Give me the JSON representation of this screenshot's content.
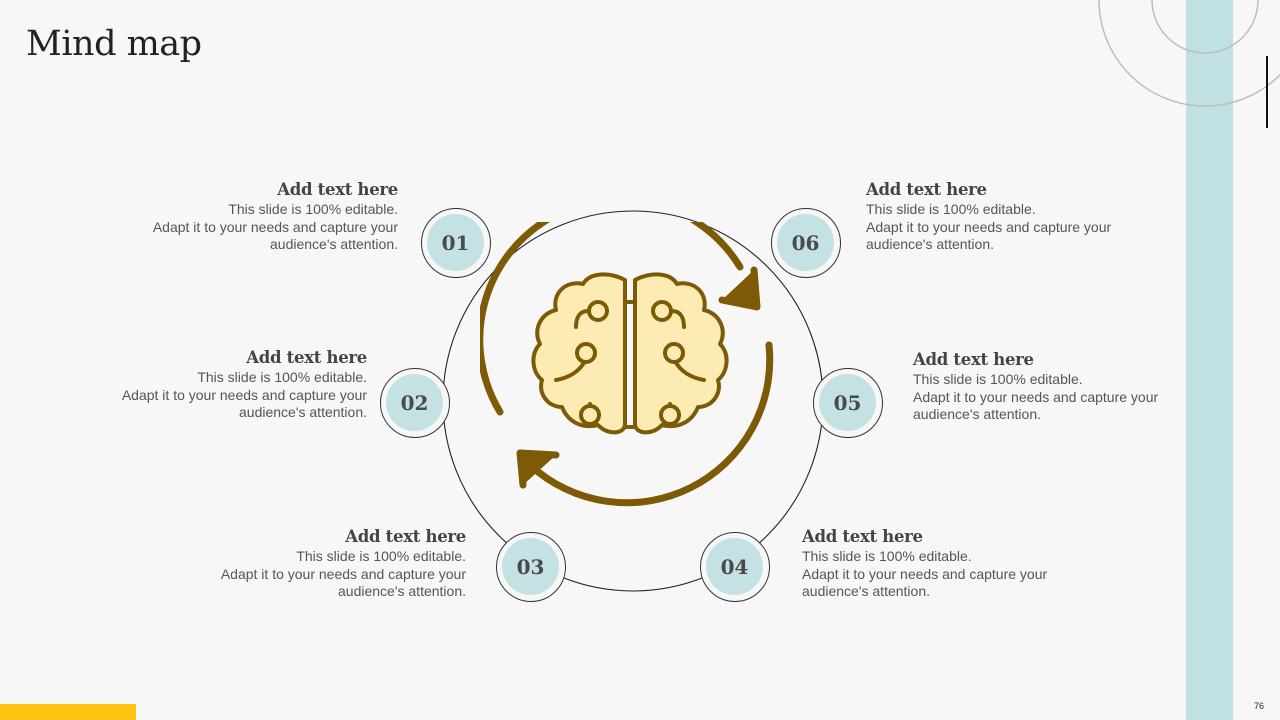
{
  "slide": {
    "title": "Mind map",
    "page_number": "76"
  },
  "colors": {
    "accent_teal": "#c0e0e2",
    "accent_yellow": "#ffc512",
    "icon_brown": "#7d5a05",
    "brain_fill": "#fcecb4"
  },
  "center_icon": "brain-with-cycle-arrows-icon",
  "nodes": [
    {
      "number": "01",
      "heading": "Add text here",
      "body_line1": "This slide is 100% editable.",
      "body_line2": "Adapt it to your needs and capture your",
      "body_line3": "audience's attention."
    },
    {
      "number": "02",
      "heading": "Add text here",
      "body_line1": "This slide is 100% editable.",
      "body_line2": "Adapt it to your needs and capture your",
      "body_line3": "audience's attention."
    },
    {
      "number": "03",
      "heading": "Add text here",
      "body_line1": "This slide is 100% editable.",
      "body_line2": "Adapt it to your needs and capture your",
      "body_line3": "audience's attention."
    },
    {
      "number": "04",
      "heading": "Add text here",
      "body_line1": "This slide is 100% editable.",
      "body_line2": "Adapt it to your needs and capture your",
      "body_line3": "audience's attention."
    },
    {
      "number": "05",
      "heading": "Add text here",
      "body_line1": "This slide is 100% editable.",
      "body_line2": "Adapt it to your needs and capture your",
      "body_line3": "audience's attention."
    },
    {
      "number": "06",
      "heading": "Add text here",
      "body_line1": "This slide is 100% editable.",
      "body_line2": "Adapt it to your needs and capture your",
      "body_line3": "audience's attention."
    }
  ]
}
